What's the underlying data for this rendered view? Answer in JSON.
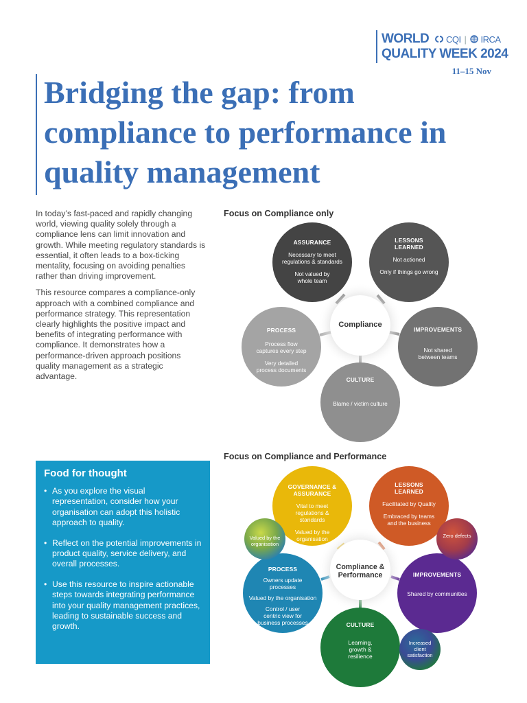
{
  "brand": {
    "line1": "WORLD",
    "org1": "CQI",
    "org2": "IRCA",
    "line2": "QUALITY WEEK 2024",
    "dates": "11–15 Nov"
  },
  "title": "Bridging the gap: from compliance to performance in quality management",
  "intro": {
    "p1": "In today’s fast-paced and rapidly changing world, viewing quality solely through a compliance lens can limit innovation and growth. While meeting regulatory standards is essential, it often leads to a box-ticking mentality, focusing on avoiding penalties rather than driving improvement.",
    "p2": "This resource compares a compliance-only approach with a combined compliance and performance strategy. This representation clearly highlights the positive impact and benefits of integrating performance with compliance. It demonstrates how a performance-driven approach positions quality management as a strategic advantage."
  },
  "food_for_thought": {
    "heading": "Food for thought",
    "bullets": [
      "As you explore the visual representation, consider how your organisation can adopt this holistic approach to quality.",
      "Reflect on the potential improvements in product quality, service delivery, and overall processes.",
      "Use this resource to inspire actionable steps towards integrating performance into your quality management practices, leading to sustainable success and growth."
    ]
  },
  "compliance_only": {
    "heading": "Focus on Compliance only",
    "center": "Compliance",
    "assurance": {
      "title": "ASSURANCE",
      "l1": "Necessary to meet regulations & standards",
      "l2": "Not valued by whole team"
    },
    "lessons": {
      "title": "LESSONS LEARNED",
      "l1": "Not actioned",
      "l2": "Only if things go wrong"
    },
    "improvements": {
      "title": "IMPROVEMENTS",
      "l1": "Not shared between teams"
    },
    "culture": {
      "title": "CULTURE",
      "l1": "Blame / victim culture"
    },
    "process": {
      "title": "PROCESS",
      "l1": "Process flow captures every step",
      "l2": "Very detailed process documents"
    }
  },
  "compliance_performance": {
    "heading": "Focus on Compliance and Performance",
    "center": "Compliance & Performance",
    "governance": {
      "title": "GOVERNANCE & ASSURANCE",
      "l1": "Vital to meet regulations & standards",
      "l2": "Valued by the organisation"
    },
    "lessons": {
      "title": "LESSONS LEARNED",
      "l1": "Facilitated by Quality",
      "l2": "Embraced by teams and the business"
    },
    "improvements": {
      "title": "IMPROVEMENTS",
      "l1": "Shared by communities"
    },
    "culture": {
      "title": "CULTURE",
      "l1": "Learning, growth & resilience"
    },
    "process": {
      "title": "PROCESS",
      "l1": "Owners update processes",
      "l2": "Valued by the organisation",
      "l3": "Control / user centric view for business processes"
    },
    "bubble_valued": "Valued by the organisation",
    "bubble_zero": "Zero defects",
    "bubble_client": "Increased client satisfaction"
  },
  "colors": {
    "brand_blue": "#3b6fb6",
    "box_blue": "#1699c8",
    "yellow": "#e9b80a",
    "orange": "#cf5a26",
    "purple": "#5b2a91",
    "green": "#1e7a3a",
    "teal": "#1f86b3"
  }
}
